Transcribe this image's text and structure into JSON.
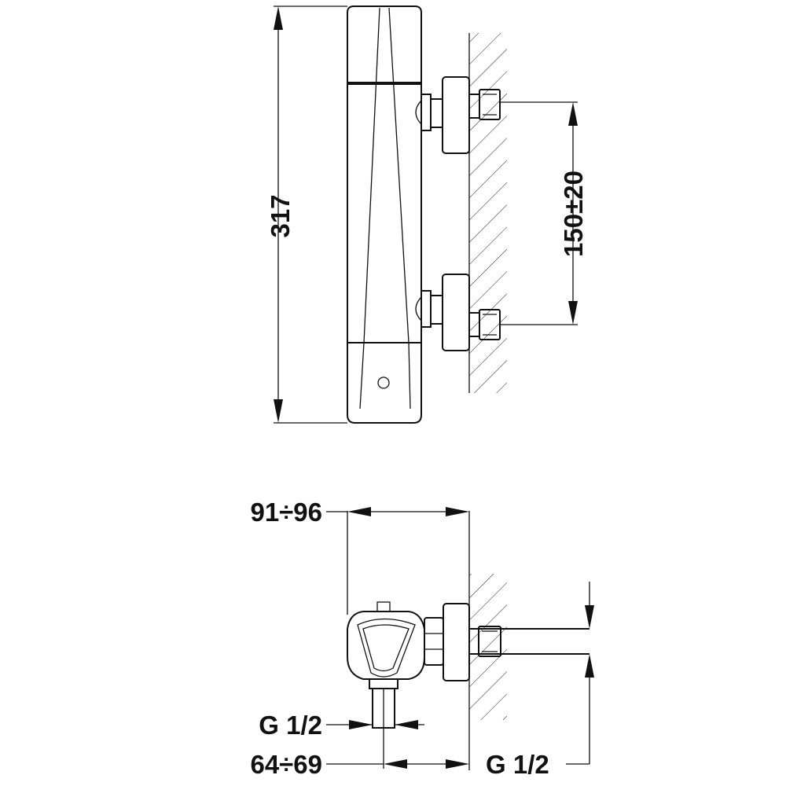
{
  "drawing": {
    "front_view": {
      "height_dim": "317",
      "inlet_spacing_dim": "150±20"
    },
    "side_view": {
      "depth_dim_top": "91÷96",
      "outlet_thread": "G 1/2",
      "depth_dim_bottom": "64÷69",
      "inlet_thread": "G 1/2"
    }
  }
}
